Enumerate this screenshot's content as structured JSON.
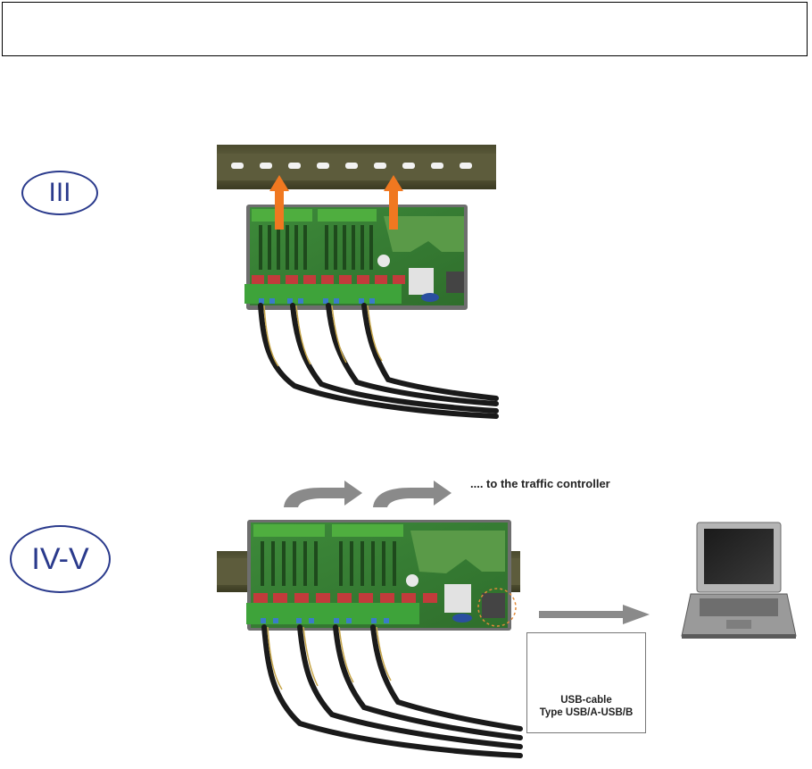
{
  "header_box": {
    "text": ""
  },
  "steps": {
    "step_a": "III",
    "step_b": "IV-V"
  },
  "labels": {
    "traffic_controller": ".... to the traffic controller",
    "usb_cable_line1": "USB-cable",
    "usb_cable_line2": "Type USB/A-USB/B"
  },
  "icons": [
    "din-rail",
    "circuit-board",
    "up-arrow",
    "curved-arrow",
    "gray-arrow",
    "usb-cable",
    "laptop"
  ],
  "colors": {
    "step_circle": "#2a3a8c",
    "orange_arrow": "#f07820",
    "board_green": "#3f8a3a",
    "terminal_red": "#c23b3b"
  }
}
